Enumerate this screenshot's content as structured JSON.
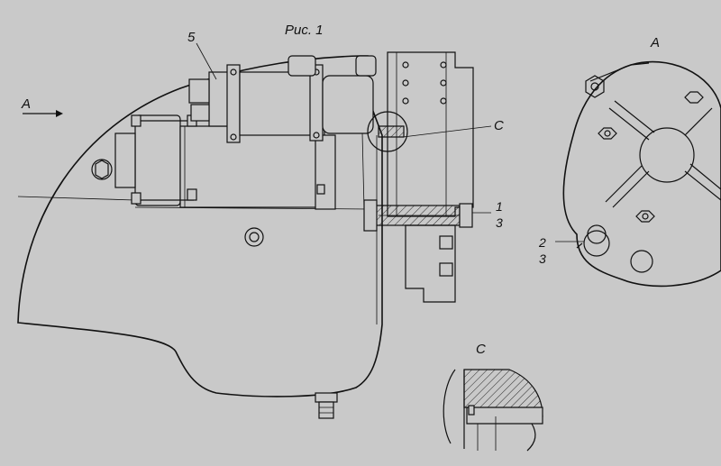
{
  "figure": {
    "caption": "Рис. 1"
  },
  "callouts": {
    "c1": "1",
    "c2": "2",
    "c3_main": "3",
    "c3_view": "3",
    "c5": "5",
    "c_section": "C"
  },
  "views": {
    "arrow_label": "A",
    "view_a_title": "A",
    "section_c_title": "C"
  }
}
